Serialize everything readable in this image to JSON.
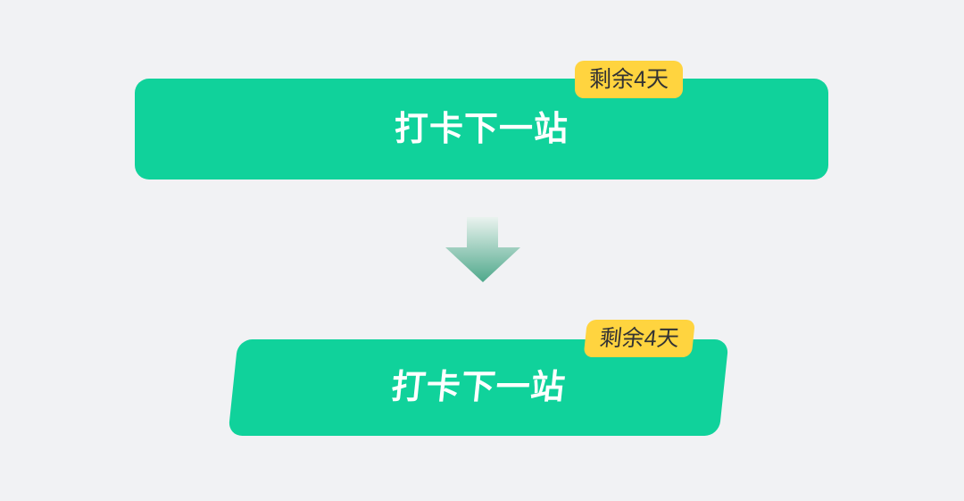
{
  "colors": {
    "background": "#F1F2F4",
    "button_green": "#10D29B",
    "button_text": "#FFFFFF",
    "badge_yellow": "#FFD43F",
    "badge_text": "#333333",
    "arrow_gradient_top": "#EAF3EF",
    "arrow_gradient_bottom": "#4FA88B"
  },
  "before": {
    "button_label": "打卡下一站",
    "badge_label": "剩余4天"
  },
  "after": {
    "button_label": "打卡下一站",
    "badge_label": "剩余4天"
  }
}
